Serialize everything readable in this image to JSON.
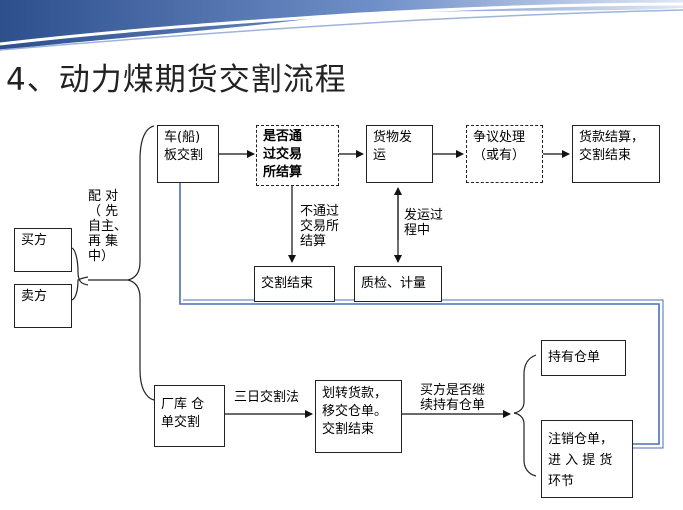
{
  "title": "4、动力煤期货交割流程",
  "nodes": {
    "buyer": "买方",
    "seller": "卖方",
    "car_ship": "车(船)\n板交割",
    "exchange_settle": "是否通\n过交易\n所结算",
    "ship_goods": "货物发\n运",
    "dispute": "争议处理\n（或有）",
    "payment": "货款结算，\n交割结束",
    "delivery_end": "交割结束",
    "inspection": "质检、计量",
    "factory": "厂库 仓\n单交割",
    "transfer": "划转货款，\n移交仓单。\n交割结束",
    "hold_receipt": "持有仓单",
    "cancel_receipt": "注销仓单，\n进 入 提 货\n环节"
  },
  "labels": {
    "pairing": "配 对\n（ 先\n自主、\n再 集\n中）",
    "not_via_exchange": "不通过\n交易所\n结算",
    "during_shipping": "发运过\n程中",
    "three_day": "三日交割法",
    "buyer_continue": "买方是否继\n续持有仓单"
  }
}
